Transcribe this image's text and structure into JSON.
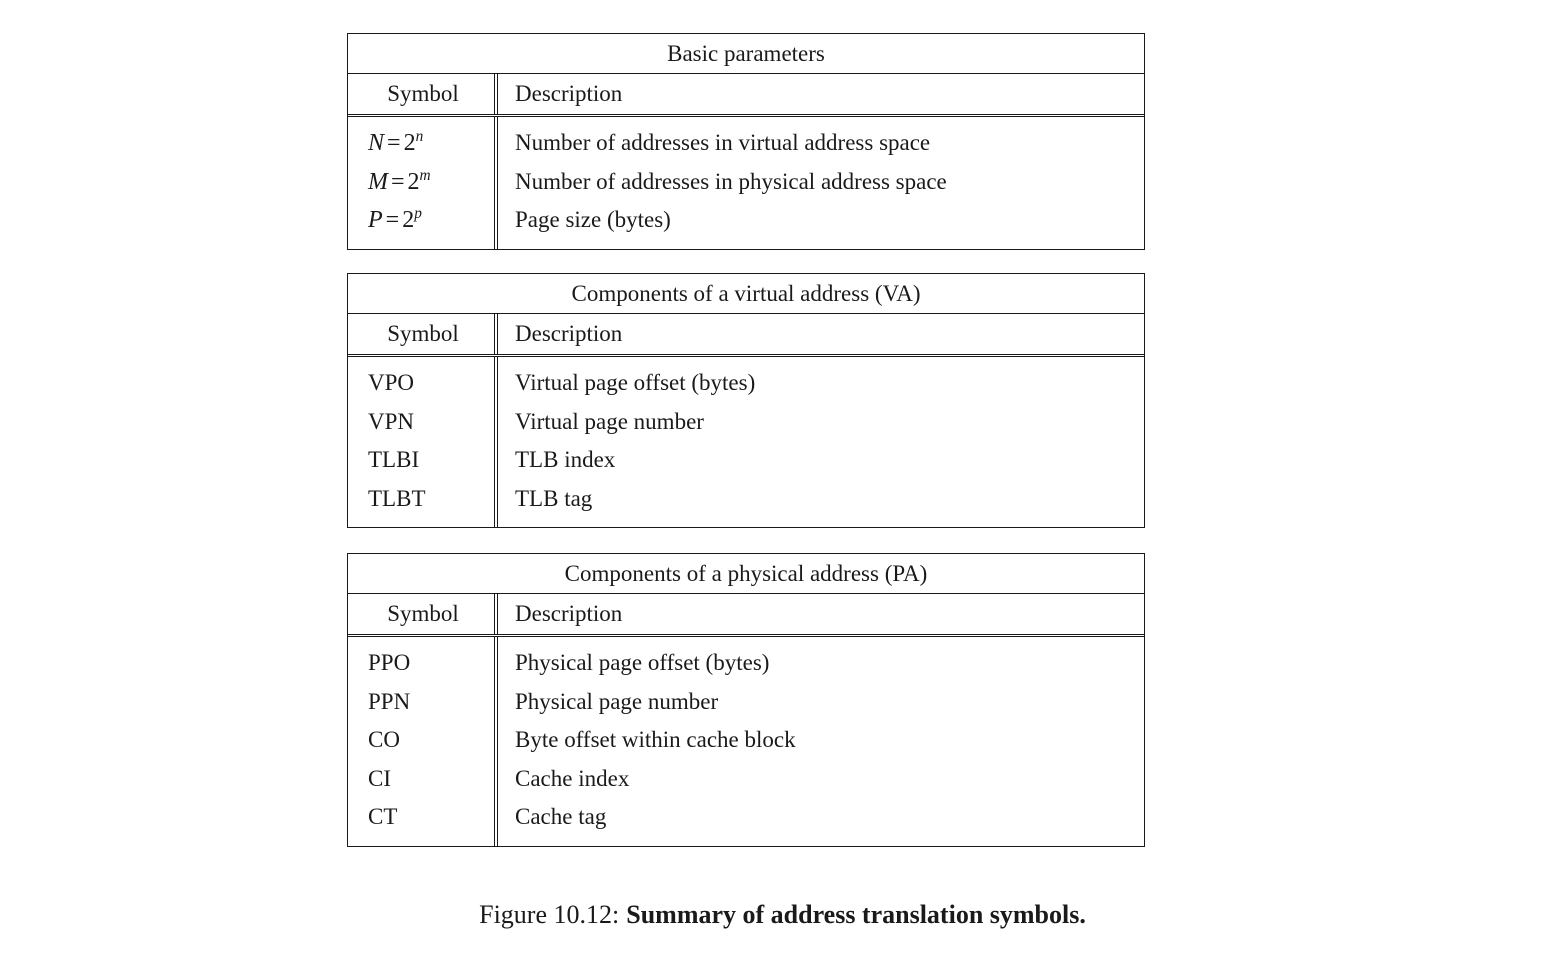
{
  "caption": {
    "label": "Figure 10.12:",
    "text": "Summary of address translation symbols."
  },
  "tables": [
    {
      "title": "Basic parameters",
      "headers": {
        "symbol": "Symbol",
        "description": "Description"
      },
      "rows": [
        {
          "symbol_base": "N",
          "symbol_eq": "=",
          "symbol_num": "2",
          "symbol_exp": "n",
          "symbol_plain": "N = 2^n",
          "description": "Number of addresses in virtual address space"
        },
        {
          "symbol_base": "M",
          "symbol_eq": "=",
          "symbol_num": "2",
          "symbol_exp": "m",
          "symbol_plain": "M = 2^m",
          "description": "Number of addresses in physical address space"
        },
        {
          "symbol_base": "P",
          "symbol_eq": "=",
          "symbol_num": "2",
          "symbol_exp": "p",
          "symbol_plain": "P = 2^p",
          "description": "Page size (bytes)"
        }
      ]
    },
    {
      "title": "Components of a virtual address (VA)",
      "headers": {
        "symbol": "Symbol",
        "description": "Description"
      },
      "rows": [
        {
          "symbol": "VPO",
          "description": "Virtual page offset (bytes)"
        },
        {
          "symbol": "VPN",
          "description": "Virtual page number"
        },
        {
          "symbol": "TLBI",
          "description": "TLB index"
        },
        {
          "symbol": "TLBT",
          "description": "TLB tag"
        }
      ]
    },
    {
      "title": "Components of a physical address (PA)",
      "headers": {
        "symbol": "Symbol",
        "description": "Description"
      },
      "rows": [
        {
          "symbol": "PPO",
          "description": "Physical page offset (bytes)"
        },
        {
          "symbol": "PPN",
          "description": "Physical page number"
        },
        {
          "symbol": "CO",
          "description": "Byte offset within cache block"
        },
        {
          "symbol": "CI",
          "description": "Cache index"
        },
        {
          "symbol": "CT",
          "description": "Cache tag"
        }
      ]
    }
  ]
}
